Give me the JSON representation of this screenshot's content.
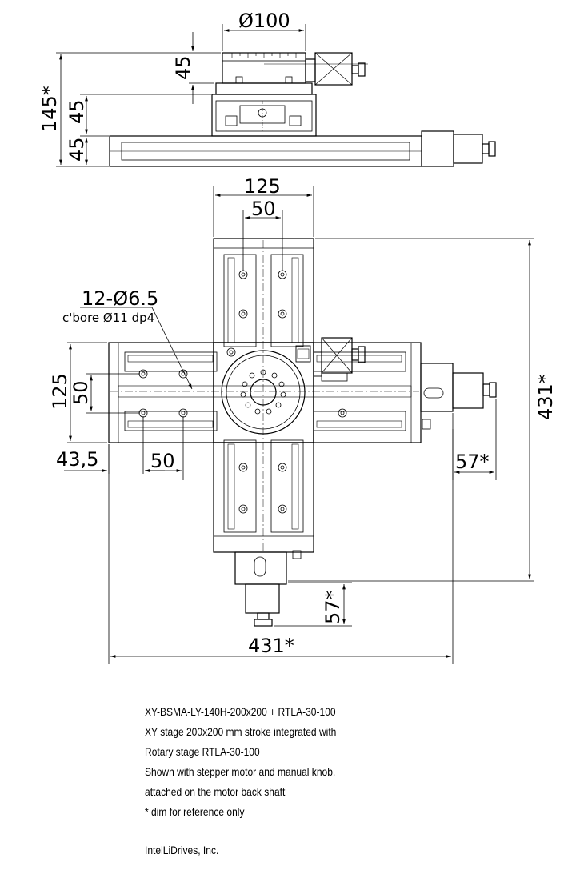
{
  "dimensions": {
    "rotary_diameter": "Ø100",
    "rotary_height": "45",
    "total_height": "145*",
    "middle_height": "45",
    "base_height": "45",
    "top_width": "125",
    "top_hole_spacing": "50",
    "hole_spec": "12-Ø6.5",
    "counterbore_spec": "c'bore Ø11 dp4",
    "left_width": "125",
    "left_hole_spacing": "50",
    "left_offset": "43,5",
    "bottom_hole_spacing": "50",
    "motor_extension_right": "57*",
    "motor_extension_bottom": "57*",
    "overall_height": "431*",
    "overall_width": "431*"
  },
  "notes": {
    "line1": "XY-BSMA-LY-140H-200x200 + RTLA-30-100",
    "line2": "XY stage 200x200 mm stroke integrated with",
    "line3": "Rotary stage RTLA-30-100",
    "line4": "Shown with stepper motor and manual knob,",
    "line5": "attached on the motor back shaft",
    "line6": "* dim for reference only"
  },
  "company": "IntelLiDrives, Inc."
}
